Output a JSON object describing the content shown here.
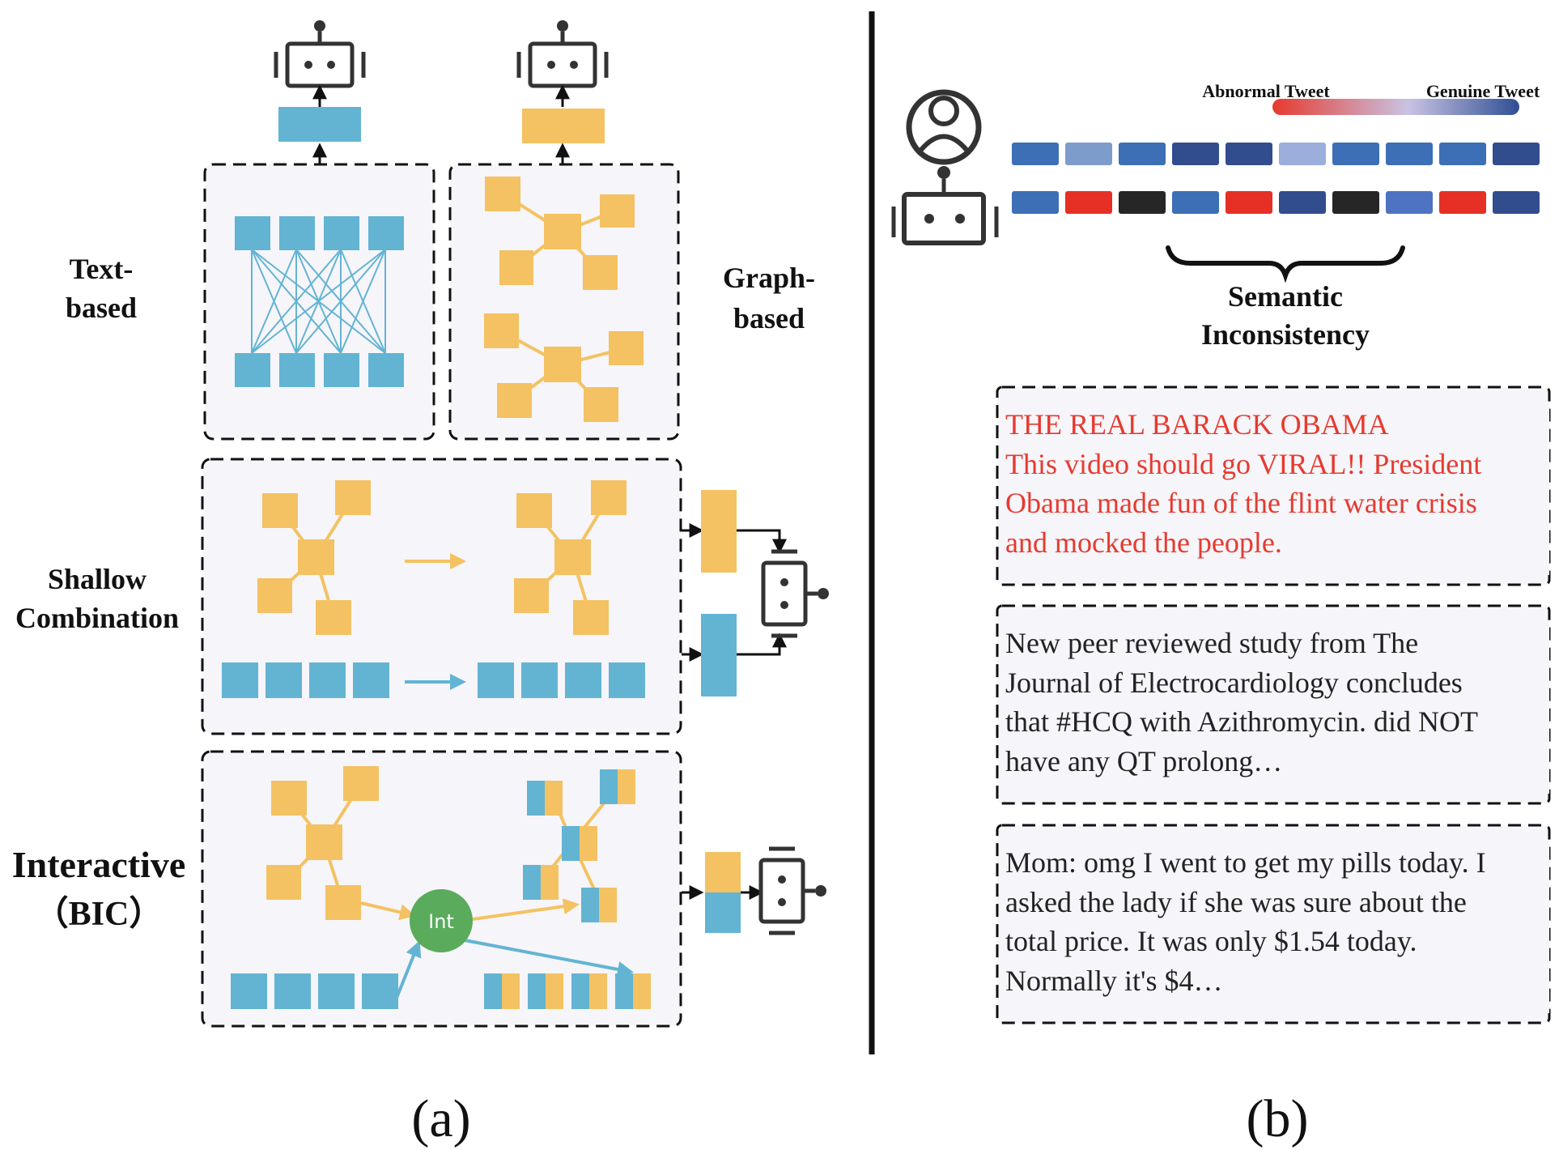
{
  "left_panel": {
    "labels": {
      "text_based_line1": "Text-",
      "text_based_line2": "based",
      "graph_based_line1": "Graph-",
      "graph_based_line2": "based",
      "shallow_line1": "Shallow",
      "shallow_line2": "Combination",
      "interactive_line1": "Interactive",
      "interactive_line2": "（BIC）",
      "int_node": "Int"
    },
    "caption": "(a)"
  },
  "right_panel": {
    "legend": {
      "left": "Abnormal Tweet",
      "right": "Genuine Tweet"
    },
    "brace_label_line1": "Semantic",
    "brace_label_line2": "Inconsistency",
    "tweets": [
      {
        "text": "THE REAL BARACK OBAMA\nThis video should go VIRAL!! President\nObama made fun of the flint water crisis\nand mocked the people.",
        "color": "#e63a2f"
      },
      {
        "text": "New peer reviewed study from The\nJournal of Electrocardiology concludes\nthat #HCQ with Azithromycin. did NOT\nhave any QT prolong…",
        "color": "#222222"
      },
      {
        "text": "Mom: omg I went to get my pills today. I\nasked the lady if she was sure about the\ntotal price. It was only $1.54 today.\nNormally it's $4…",
        "color": "#222222"
      }
    ],
    "caption": "(b)"
  },
  "colors": {
    "blue": "#63b4d3",
    "yellow": "#f4c262",
    "green_node": "#5aab5c",
    "panel_bg": "#f6f5f9",
    "icon": "#333333",
    "gradient_red": "#e63a2f",
    "gradient_blue": "#2f4f94",
    "row1": [
      "#3d6fb6",
      "#7e9ccb",
      "#3d6fb6",
      "#324d8e",
      "#324d8e",
      "#9baedc",
      "#3d6fb6",
      "#3d6fb6",
      "#3d6fb6",
      "#324d8e"
    ],
    "row2": [
      "#3d6fb6",
      "#e63025",
      "#262626",
      "#3d6fb6",
      "#e63025",
      "#324d8e",
      "#262626",
      "#4e73c2",
      "#e63025",
      "#324d8e"
    ]
  }
}
